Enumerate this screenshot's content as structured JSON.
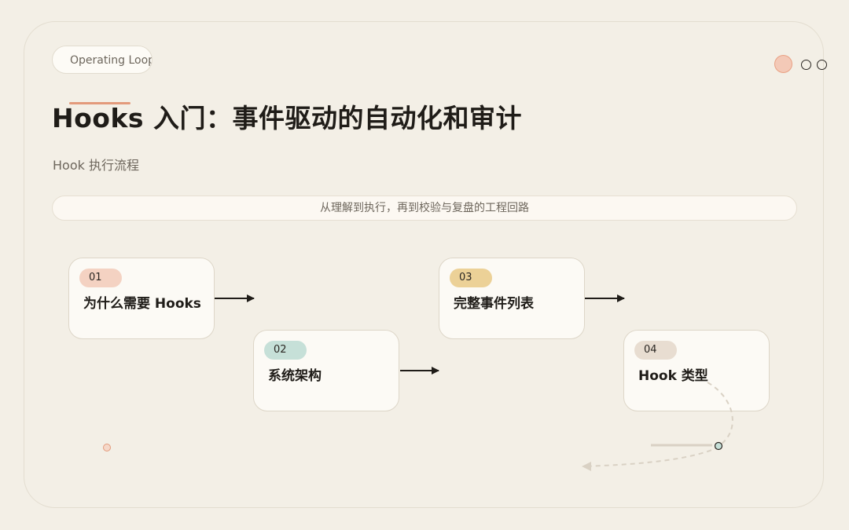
{
  "header": {
    "tag": "Operating Loop",
    "title": "Hooks 入门：事件驱动的自动化和审计",
    "subtitle": "Hook 执行流程",
    "banner": "从理解到执行，再到校验与复盘的工程回路"
  },
  "steps": [
    {
      "number": "01",
      "label": "为什么需要 Hooks",
      "badge_color": "#f4d2c2"
    },
    {
      "number": "02",
      "label": "系统架构",
      "badge_color": "#c6e0d8"
    },
    {
      "number": "03",
      "label": "完整事件列表",
      "badge_color": "#ecd197"
    },
    {
      "number": "04",
      "label": "Hook 类型",
      "badge_color": "#e8ddd1"
    }
  ],
  "colors": {
    "background": "#f3efe6",
    "card": "#fcfaf5",
    "accent": "#e39a7b",
    "arrow": "#1f1c18"
  }
}
